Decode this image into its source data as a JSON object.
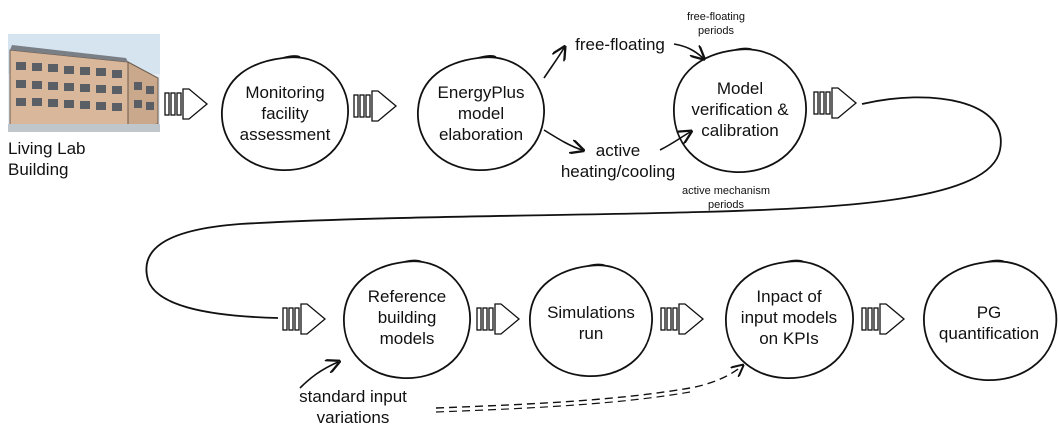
{
  "building": {
    "caption": "Living Lab\nBuilding"
  },
  "nodes": {
    "monitoring": "Monitoring\nfacility\nassessment",
    "energyplus": "EnergyPlus\nmodel\nelaboration",
    "verification": "Model\nverification &\ncalibration",
    "reference": "Reference\nbuilding\nmodels",
    "simulations": "Simulations\nrun",
    "impact": "Inpact of\ninput models\non KPIs",
    "pg": "PG\nquantification"
  },
  "branches": {
    "free_floating": "free-floating",
    "active": "active\nheating/cooling"
  },
  "annotations": {
    "free_floating_periods": "free-floating\nperiods",
    "active_periods": "active mechanism\nperiods",
    "standard_input": "standard input\nvariations"
  },
  "colors": {
    "stroke": "#111111",
    "building_wall": "#d9b79a",
    "building_roof": "#7a7f86",
    "sky": "#cfe0ee"
  }
}
